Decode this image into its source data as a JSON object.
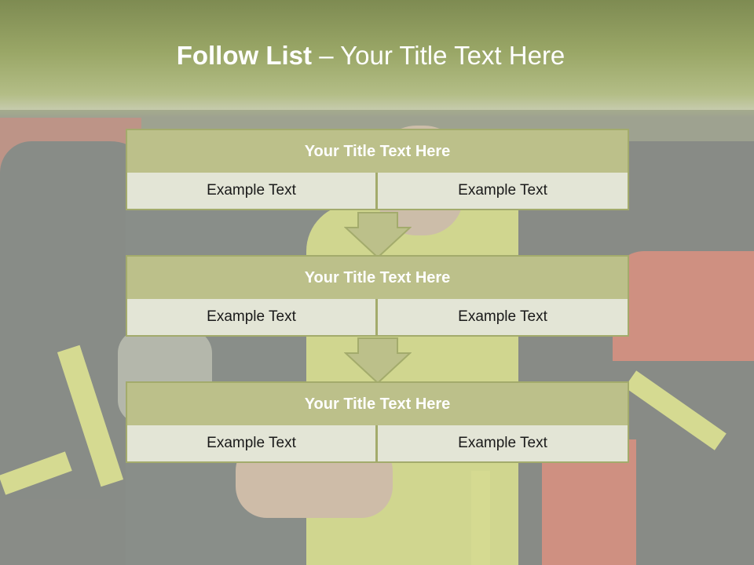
{
  "title": {
    "bold": "Follow List",
    "rest": " – Your Title Text Here"
  },
  "blocks": [
    {
      "header": "Your Title Text Here",
      "left": "Example Text",
      "right": "Example Text"
    },
    {
      "header": "Your Title Text Here",
      "left": "Example Text",
      "right": "Example Text"
    },
    {
      "header": "Your Title Text Here",
      "left": "Example Text",
      "right": "Example Text"
    }
  ],
  "colors": {
    "title_bar": "#9aa767",
    "block_header": "#bcc08a",
    "block_cell": "#e3e5d6",
    "border": "#a3ab6c",
    "arrow": "#bcc08a"
  },
  "background": "firefighters-photo"
}
